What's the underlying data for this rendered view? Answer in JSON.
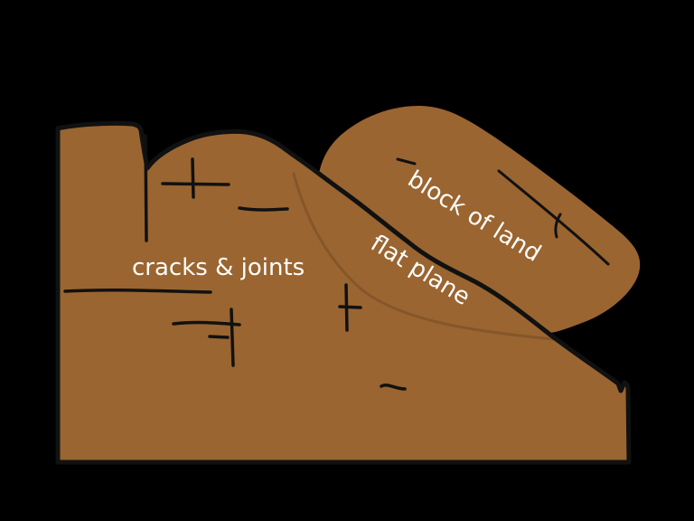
{
  "labels": {
    "cracks_joints": "cracks & joints",
    "block_of_land": "block of land",
    "flat_plane": "flat plane"
  },
  "colors": {
    "background": "#000000",
    "land": "#9A6530",
    "line": "#111111",
    "label_text": "#FFFFFF"
  }
}
